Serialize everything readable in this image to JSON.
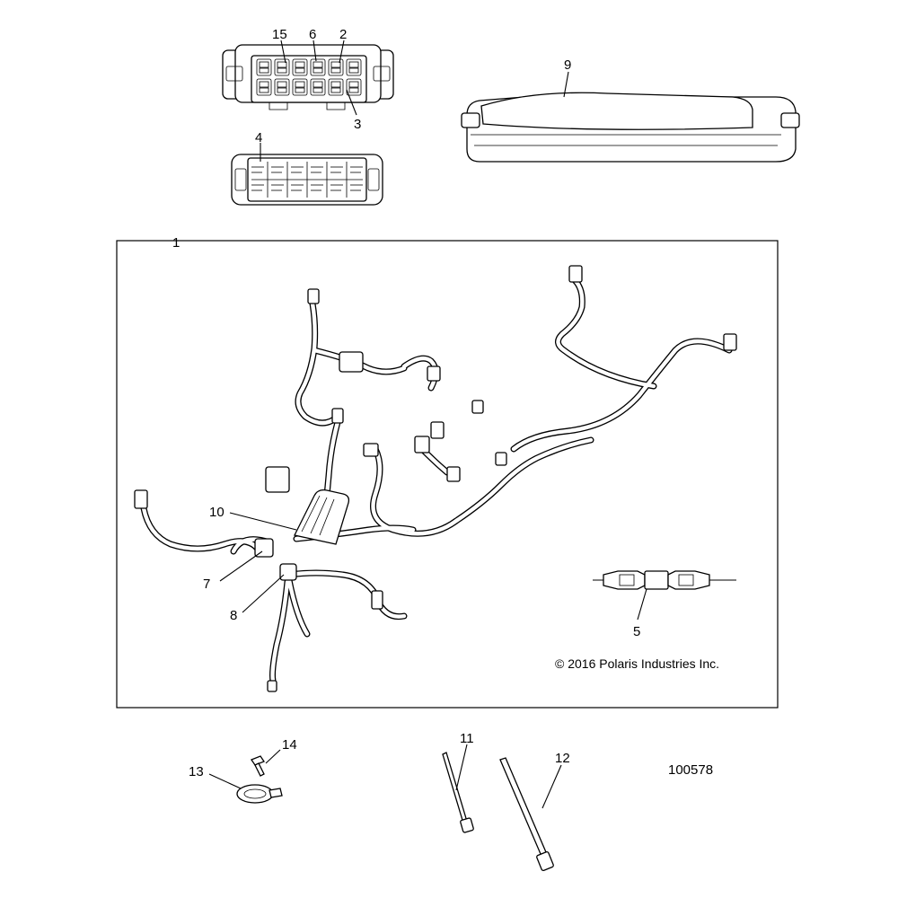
{
  "callouts": [
    {
      "id": "15",
      "label": "15"
    },
    {
      "id": "6",
      "label": "6"
    },
    {
      "id": "2",
      "label": "2"
    },
    {
      "id": "3",
      "label": "3"
    },
    {
      "id": "4",
      "label": "4"
    },
    {
      "id": "9",
      "label": "9"
    },
    {
      "id": "1",
      "label": "1"
    },
    {
      "id": "10",
      "label": "10"
    },
    {
      "id": "7",
      "label": "7"
    },
    {
      "id": "8",
      "label": "8"
    },
    {
      "id": "5",
      "label": "5"
    },
    {
      "id": "14",
      "label": "14"
    },
    {
      "id": "13",
      "label": "13"
    },
    {
      "id": "11",
      "label": "11"
    },
    {
      "id": "12",
      "label": "12"
    }
  ],
  "copyright": "© 2016 Polaris Industries Inc.",
  "document_number": "100578"
}
